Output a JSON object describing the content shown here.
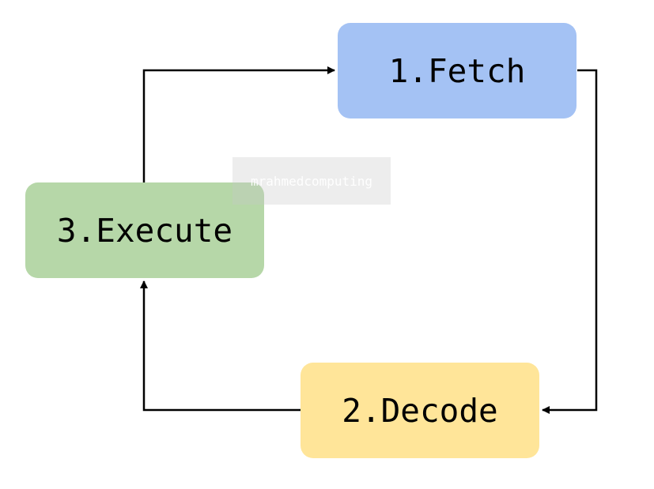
{
  "nodes": {
    "fetch": {
      "label": "1.Fetch",
      "color": "#a4c2f4"
    },
    "decode": {
      "label": "2.Decode",
      "color": "#ffe599"
    },
    "execute": {
      "label": "3.Execute",
      "color": "#b6d7a8"
    }
  },
  "edges": [
    {
      "from": "fetch",
      "to": "decode"
    },
    {
      "from": "decode",
      "to": "execute"
    },
    {
      "from": "execute",
      "to": "fetch"
    }
  ],
  "watermark": {
    "text": "mrahmedcomputing"
  },
  "colors": {
    "line": "#000000",
    "background": "#ffffff"
  }
}
